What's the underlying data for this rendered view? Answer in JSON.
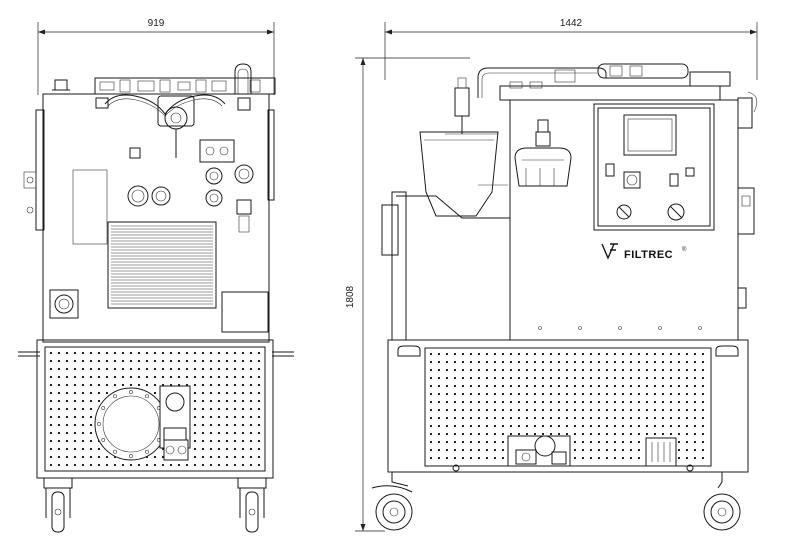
{
  "dimensions": {
    "front_width": "919",
    "side_width": "1442",
    "height": "1808"
  },
  "brand": {
    "name": "FILTREC",
    "registered_mark": "®"
  }
}
